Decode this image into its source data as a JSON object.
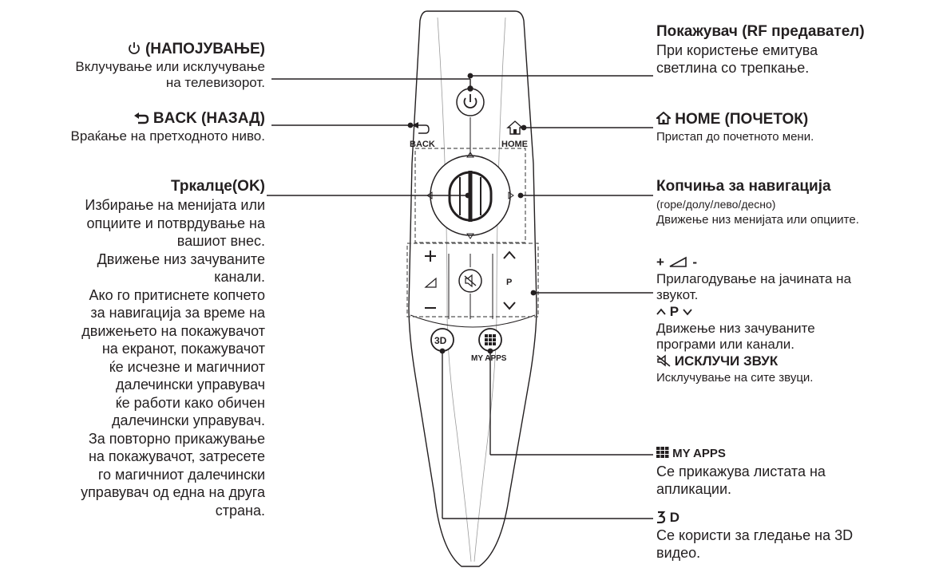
{
  "left": {
    "power": {
      "title": "(НАПОЈУВАЊЕ)",
      "desc": [
        "Вклучување или исклучување",
        "на телевизорот."
      ]
    },
    "back": {
      "title": "BACK (НАЗАД)",
      "desc": "Враќање на претходното ниво."
    },
    "wheel": {
      "title": "Тркалце(OK)",
      "desc": [
        "Избирање на менијата или",
        "опциите и потврдување на",
        "вашиот внес.",
        "Движење низ зачуваните",
        "канали.",
        "Ако го притиснете копчето",
        "за навигација за време на",
        "движењето на покажувачот",
        "на екранот, покажувачот",
        "ќе исчезне и магичниот",
        "далечински управувач",
        "ќе работи како обичен",
        "далечински управувач.",
        "За повторно прикажување",
        "на покажувачот, затресете",
        "го магичниот далечински",
        "управувач од една на друга",
        "страна."
      ]
    }
  },
  "right": {
    "pointer": {
      "title": "Покажувач (RF предавател)",
      "desc": [
        "При користење емитува",
        "светлина со трепкање."
      ]
    },
    "home": {
      "title": "HOME (ПОЧЕТОК)",
      "desc": "Пристап до почетното мени."
    },
    "nav": {
      "title": "Копчиња за навигација",
      "sub": "(горе/долу/лево/десно)",
      "desc": "Движење низ менијата или опциите."
    },
    "volume": {
      "plus": "+",
      "minus": "-",
      "desc": [
        "Прилагодување на јачината на",
        "звукот."
      ]
    },
    "program": {
      "label": "P",
      "desc": [
        "Движење низ зачуваните",
        "програми или канали."
      ]
    },
    "mute": {
      "title": "ИСКЛУЧИ ЗВУК",
      "desc": "Исклучување на сите звуци."
    },
    "myapps": {
      "title": "MY APPS",
      "desc": [
        "Се прикажува листата на",
        "апликации."
      ]
    },
    "threed": {
      "title": "D",
      "desc": [
        "Се користи за гледање на 3D",
        "видео."
      ]
    }
  },
  "remote": {
    "back_label": "BACK",
    "home_label": "HOME",
    "prog_label": "P",
    "myapps_label": "MY APPS",
    "threed_label": "3D"
  }
}
